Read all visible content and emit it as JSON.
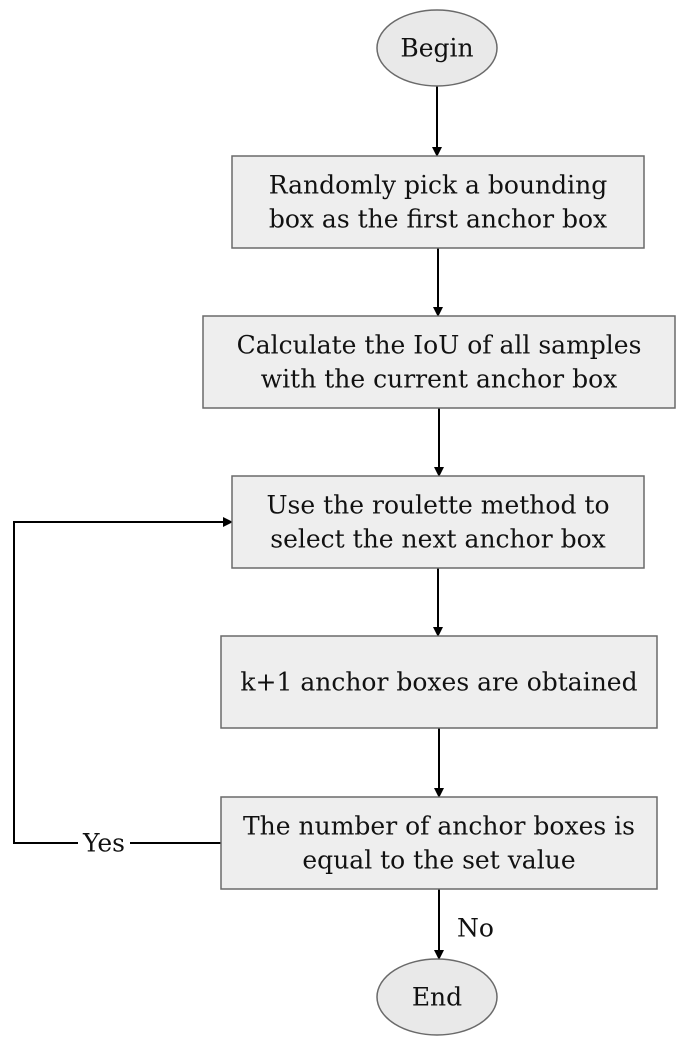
{
  "diagram": {
    "nodes": [
      {
        "id": "begin",
        "shape": "ellipse",
        "lines": [
          "Begin"
        ]
      },
      {
        "id": "pick",
        "shape": "rect",
        "lines": [
          "Randomly pick a bounding",
          "box as the first anchor box"
        ]
      },
      {
        "id": "iou",
        "shape": "rect",
        "lines": [
          "Calculate the IoU of all samples",
          "with the current anchor box"
        ]
      },
      {
        "id": "roulette",
        "shape": "rect",
        "lines": [
          "Use the roulette method to",
          "select the next anchor box"
        ]
      },
      {
        "id": "obtained",
        "shape": "rect",
        "lines": [
          "k+1 anchor boxes are obtained"
        ]
      },
      {
        "id": "check",
        "shape": "rect",
        "lines": [
          "The number of anchor boxes is",
          "equal to the set value"
        ]
      },
      {
        "id": "end",
        "shape": "ellipse",
        "lines": [
          "End"
        ]
      }
    ],
    "edges": [
      {
        "from": "begin",
        "to": "pick",
        "label": ""
      },
      {
        "from": "pick",
        "to": "iou",
        "label": ""
      },
      {
        "from": "iou",
        "to": "roulette",
        "label": ""
      },
      {
        "from": "roulette",
        "to": "obtained",
        "label": ""
      },
      {
        "from": "obtained",
        "to": "check",
        "label": ""
      },
      {
        "from": "check",
        "to": "end",
        "label": "No"
      },
      {
        "from": "check",
        "to": "roulette",
        "label": "Yes"
      }
    ],
    "colors": {
      "box_fill": "#eeeeee",
      "ellipse_fill": "#e9e9e9",
      "stroke": "#000000",
      "box_stroke": "#6a6a6a",
      "text": "#111111"
    }
  }
}
